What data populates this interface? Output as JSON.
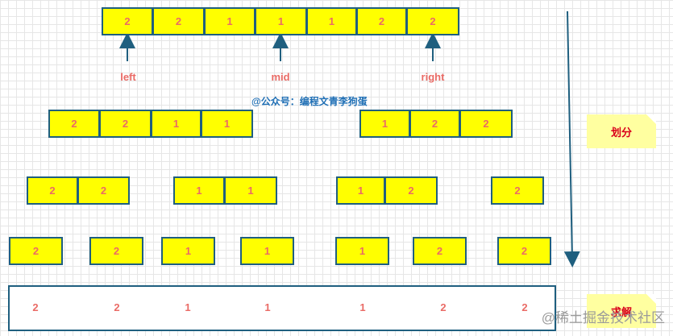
{
  "rows": {
    "top": [
      "2",
      "2",
      "1",
      "1",
      "1",
      "2",
      "2"
    ],
    "split1": {
      "left": [
        "2",
        "2",
        "1",
        "1"
      ],
      "right": [
        "1",
        "2",
        "2"
      ]
    },
    "split2": {
      "group1": [
        "2",
        "2"
      ],
      "group2": [
        "1",
        "1"
      ],
      "group3": [
        "1",
        "2"
      ],
      "group4": [
        "2"
      ]
    },
    "split3": [
      "2",
      "2",
      "1",
      "1",
      "1",
      "2",
      "2"
    ],
    "solve": [
      "2",
      "2",
      "1",
      "1",
      "1",
      "2",
      "2"
    ]
  },
  "pointers": {
    "left": "left",
    "mid": "mid",
    "right": "right"
  },
  "watermark_top": "@公众号：编程文青李狗蛋",
  "notes": {
    "divide": "划分",
    "solve": "求解"
  },
  "watermark_bottom": "@稀土掘金技术社区",
  "colors": {
    "cell_fill": "#ffff00",
    "cell_border": "#1f5f7f",
    "number_text": "#ea6b66",
    "note_fill": "#ffffa0",
    "note_text": "#d9001b",
    "arrow": "#1f6fb5"
  }
}
